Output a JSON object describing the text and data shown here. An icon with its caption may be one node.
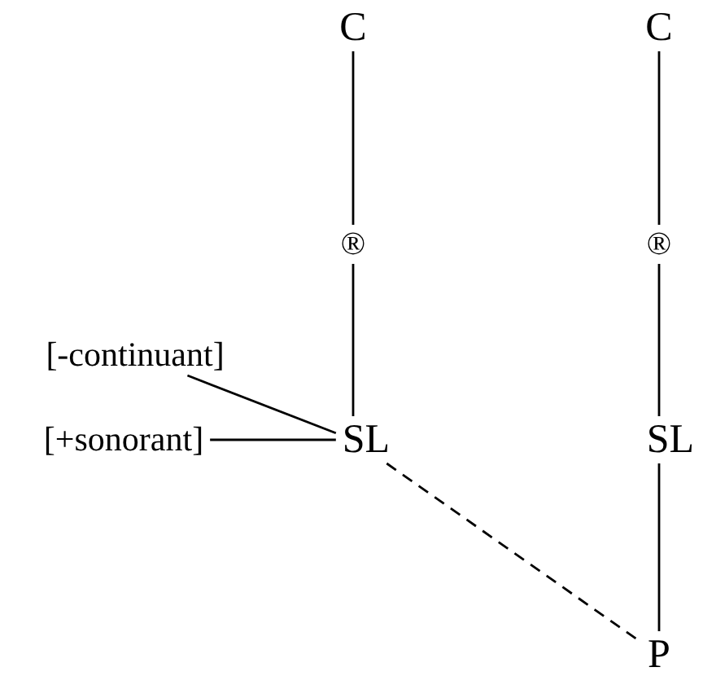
{
  "diagram": {
    "nodes": [
      {
        "text": [
          "C"
        ]
      },
      {
        "text": [
          "C"
        ]
      },
      {
        "text": [
          "®"
        ]
      },
      {
        "text": [
          "®"
        ]
      },
      {
        "text": [
          "[-continuant]"
        ]
      },
      {
        "text": [
          "[+sonorant]"
        ]
      },
      {
        "text": [
          "SL"
        ]
      },
      {
        "text": [
          "SL"
        ]
      },
      {
        "text": [
          "P"
        ]
      }
    ],
    "edges": [
      {
        "from": 0,
        "to": 2,
        "arrow": "none"
      },
      {
        "from": 1,
        "to": 3,
        "arrow": "none"
      },
      {
        "from": 2,
        "to": 6,
        "arrow": "none"
      },
      {
        "from": 3,
        "to": 7,
        "arrow": "none"
      },
      {
        "from": 4,
        "to": 6,
        "arrow": "none"
      },
      {
        "from": 5,
        "to": 6,
        "arrow": "none"
      },
      {
        "from": 6,
        "to": 8,
        "arrow": "none",
        "style": "dashed"
      },
      {
        "from": 7,
        "to": 8,
        "arrow": "none"
      }
    ]
  }
}
